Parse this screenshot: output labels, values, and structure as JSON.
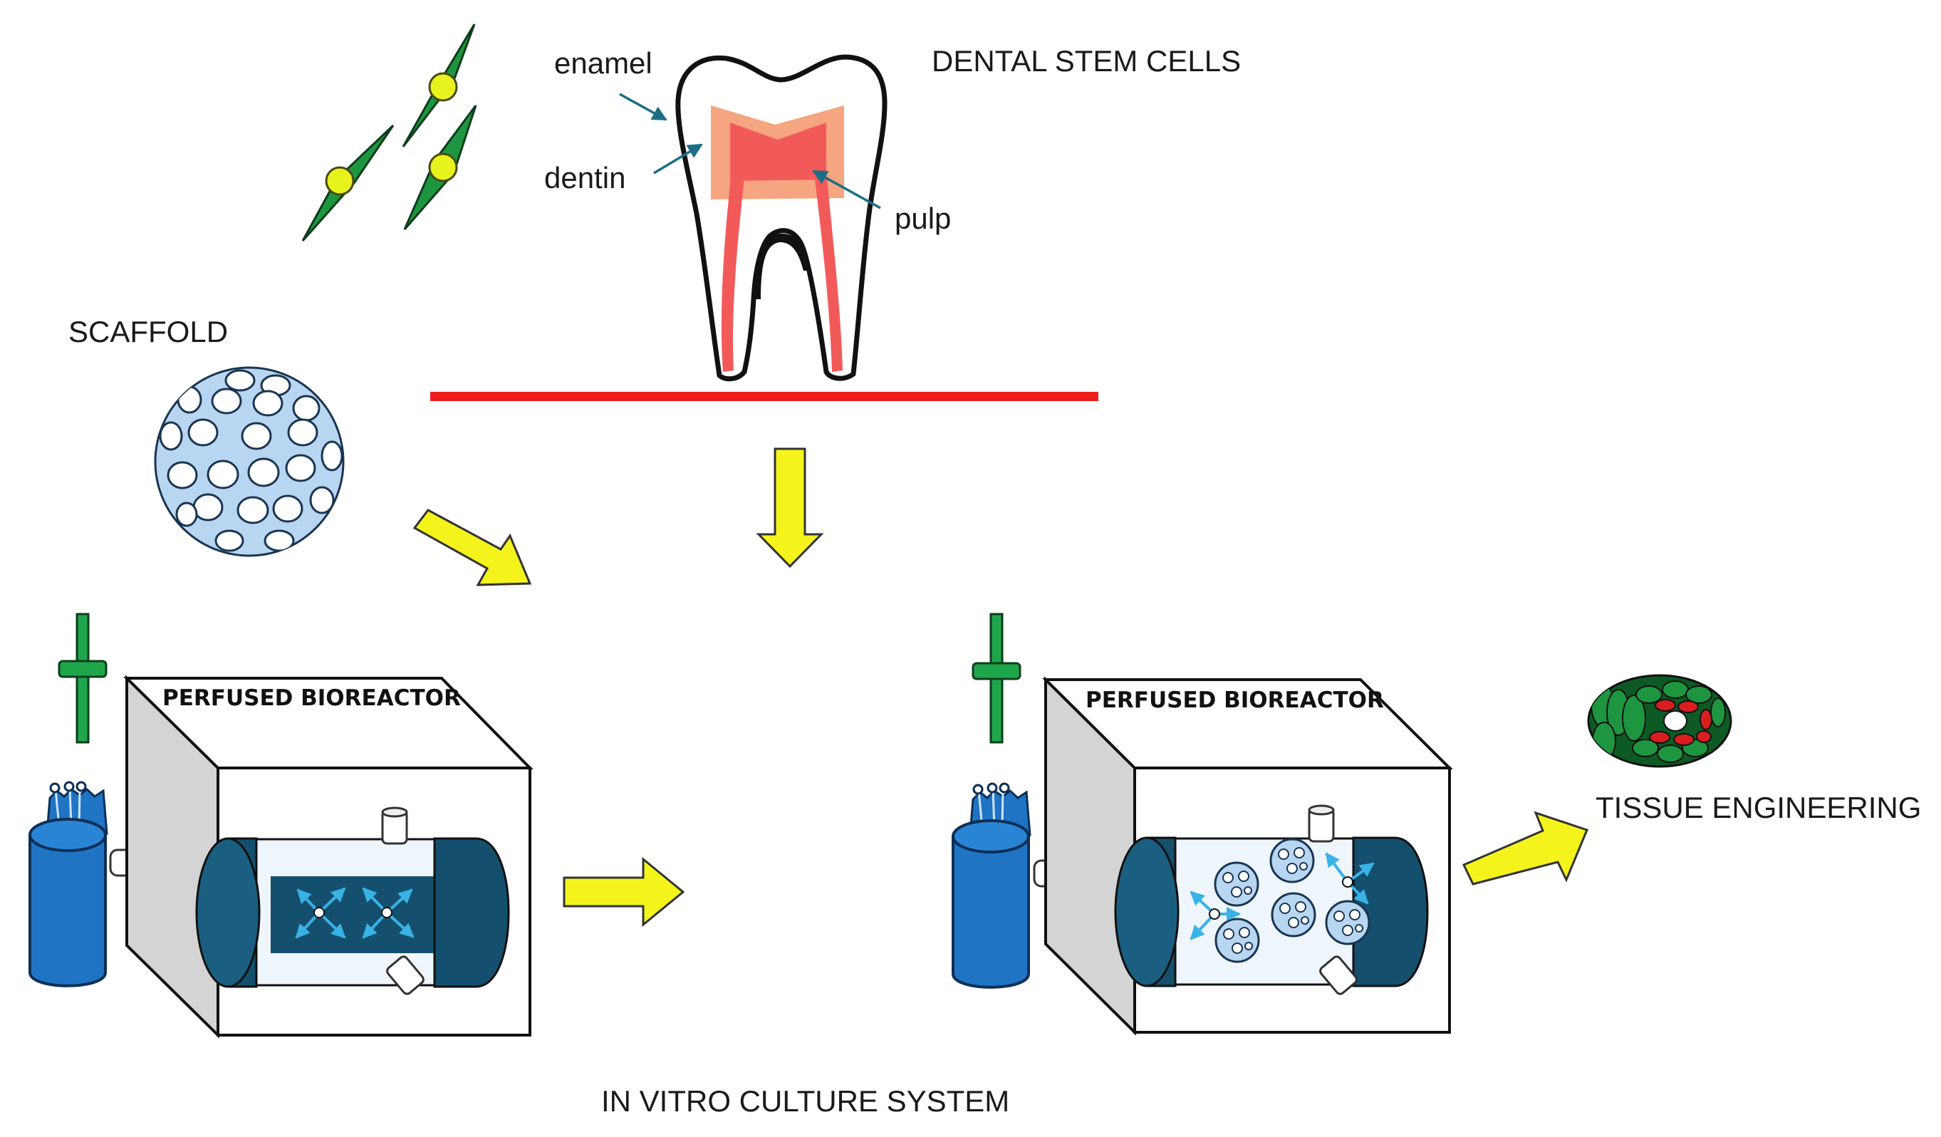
{
  "labels": {
    "dental_stem_cells": "DENTAL STEM CELLS",
    "enamel": "enamel",
    "dentin": "dentin",
    "pulp": "pulp",
    "scaffold": "SCAFFOLD",
    "bioreactor_left": "PERFUSED BIOREACTOR",
    "bioreactor_right": "PERFUSED BIOREACTOR",
    "tissue_engineering": "TISSUE ENGINEERING",
    "in_vitro": "IN VITRO CULTURE SYSTEM"
  },
  "colors": {
    "enamel": "#ffffff",
    "dentin": "#f5a57f",
    "pulp": "#f25a5a",
    "gum_line": "#ee1c1c",
    "stem_cell_body": "#1e9640",
    "stem_cell_nucleus": "#e8f21c",
    "scaffold": "#b8d6f2",
    "arrow_fill": "#f4f41c",
    "chamber_dark": "#14506e",
    "reservoir": "#1f74c4",
    "valve": "#20a64a",
    "tissue_green": "#1e9640",
    "tissue_red": "#d81e1e"
  },
  "icons": [
    "stem-cell-icon",
    "tooth-icon",
    "scaffold-sphere-icon",
    "bioreactor-icon",
    "media-reservoir-icon",
    "flow-valve-icon",
    "engineered-tissue-icon",
    "process-arrow-icon"
  ]
}
